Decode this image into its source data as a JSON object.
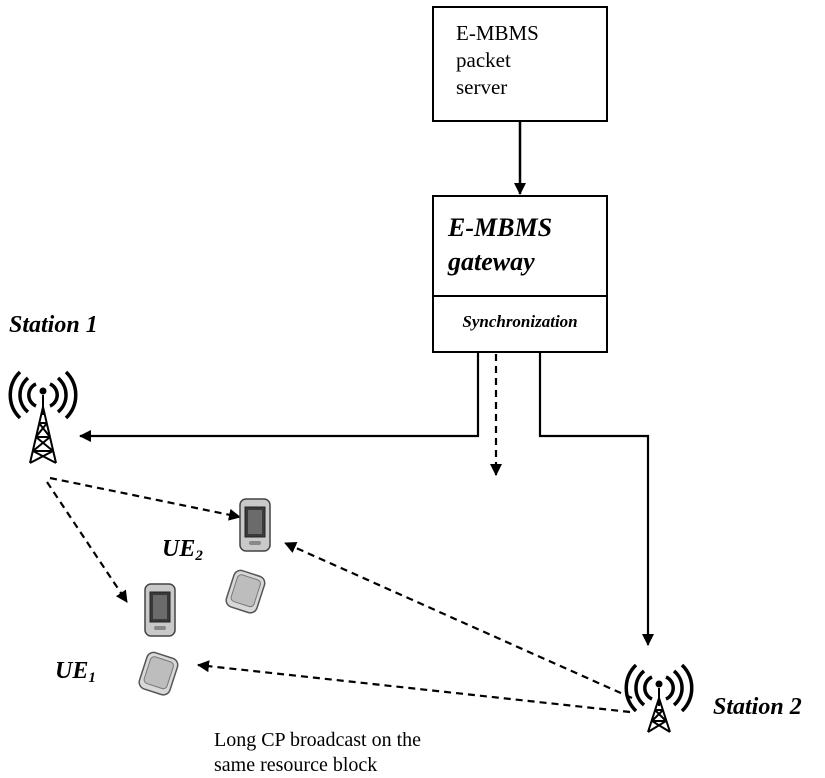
{
  "server": {
    "lines": [
      "E-MBMS",
      "packet",
      "server"
    ]
  },
  "gateway": {
    "lines": [
      "E-MBMS",
      "gateway"
    ],
    "sync_label": "Synchronization"
  },
  "station1": {
    "label": "Station 1"
  },
  "station2": {
    "label": "Station 2"
  },
  "ue1": {
    "label": "UE",
    "sub": "1"
  },
  "ue2": {
    "label": "UE",
    "sub": "2"
  },
  "caption": {
    "lines": [
      "Long CP broadcast on the",
      "same resource block"
    ]
  },
  "icons": {
    "tower": "antenna-tower-icon",
    "phone": "flip-phone-icon"
  }
}
